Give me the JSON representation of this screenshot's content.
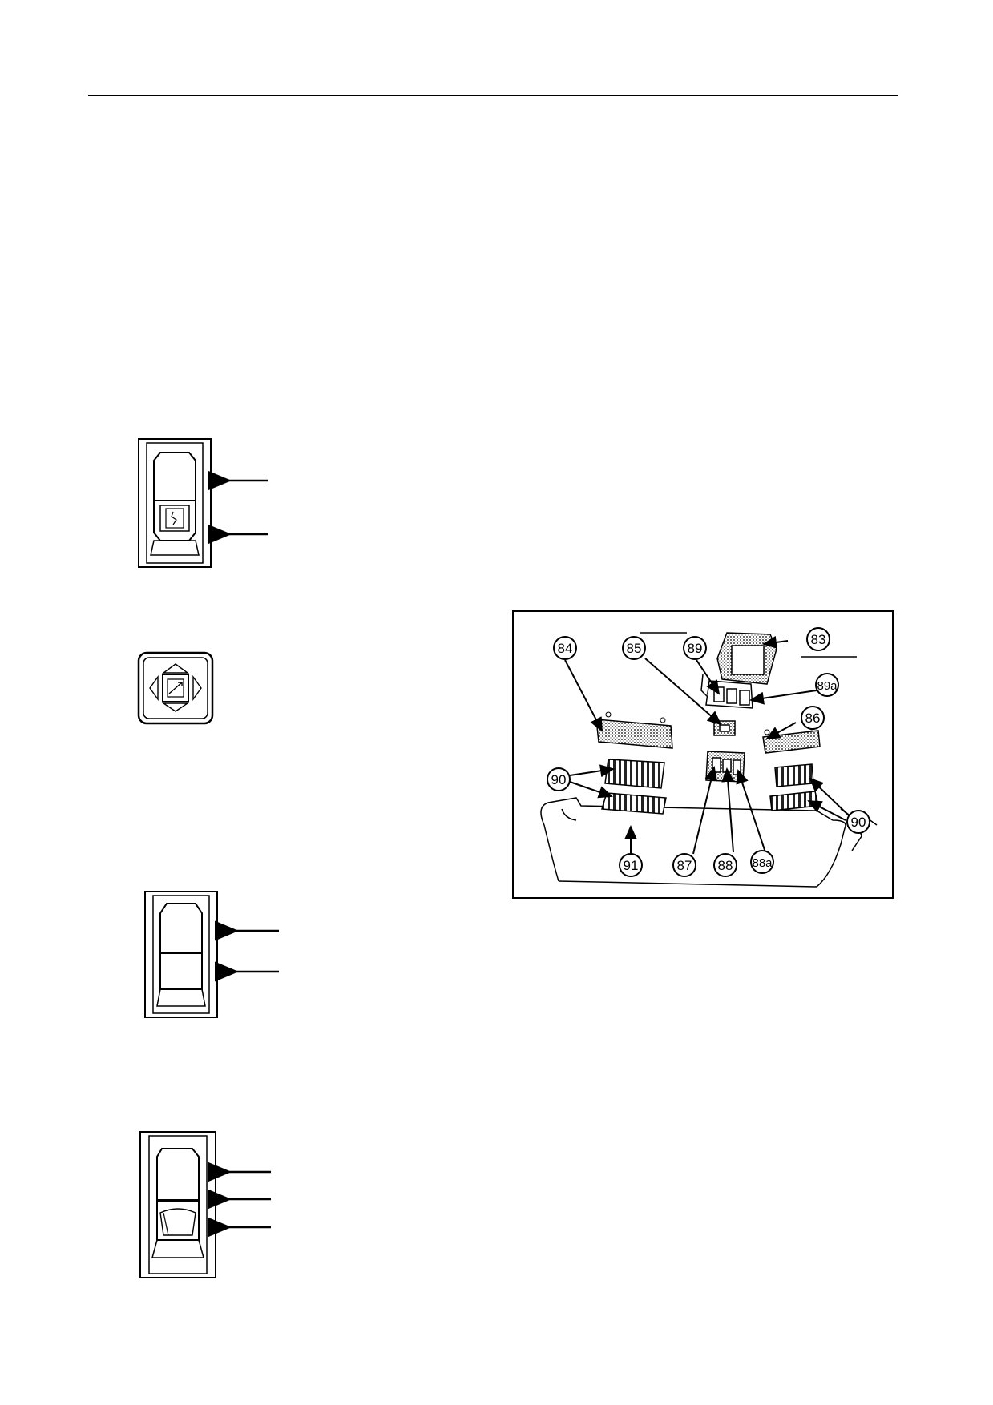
{
  "page": {
    "background": "#ffffff",
    "ink": "#000000"
  },
  "figures": {
    "rocker_switch_1": {
      "icon": "rocker-switch-lamp-icon",
      "arrows": 2
    },
    "joystick_switch": {
      "icon": "four-way-mirror-switch-icon"
    },
    "rocker_switch_2": {
      "icon": "rocker-switch-plain-icon",
      "arrows": 2
    },
    "rocker_switch_3": {
      "icon": "rocker-switch-dial-icon",
      "arrows": 3
    }
  },
  "dashboard": {
    "callouts": {
      "c83": "83",
      "c84": "84",
      "c85": "85",
      "c86": "86",
      "c87": "87",
      "c88": "88",
      "c88a": "88a",
      "c89": "89",
      "c89a": "89a",
      "c90_left": "90",
      "c90_right": "90",
      "c91": "91"
    }
  }
}
